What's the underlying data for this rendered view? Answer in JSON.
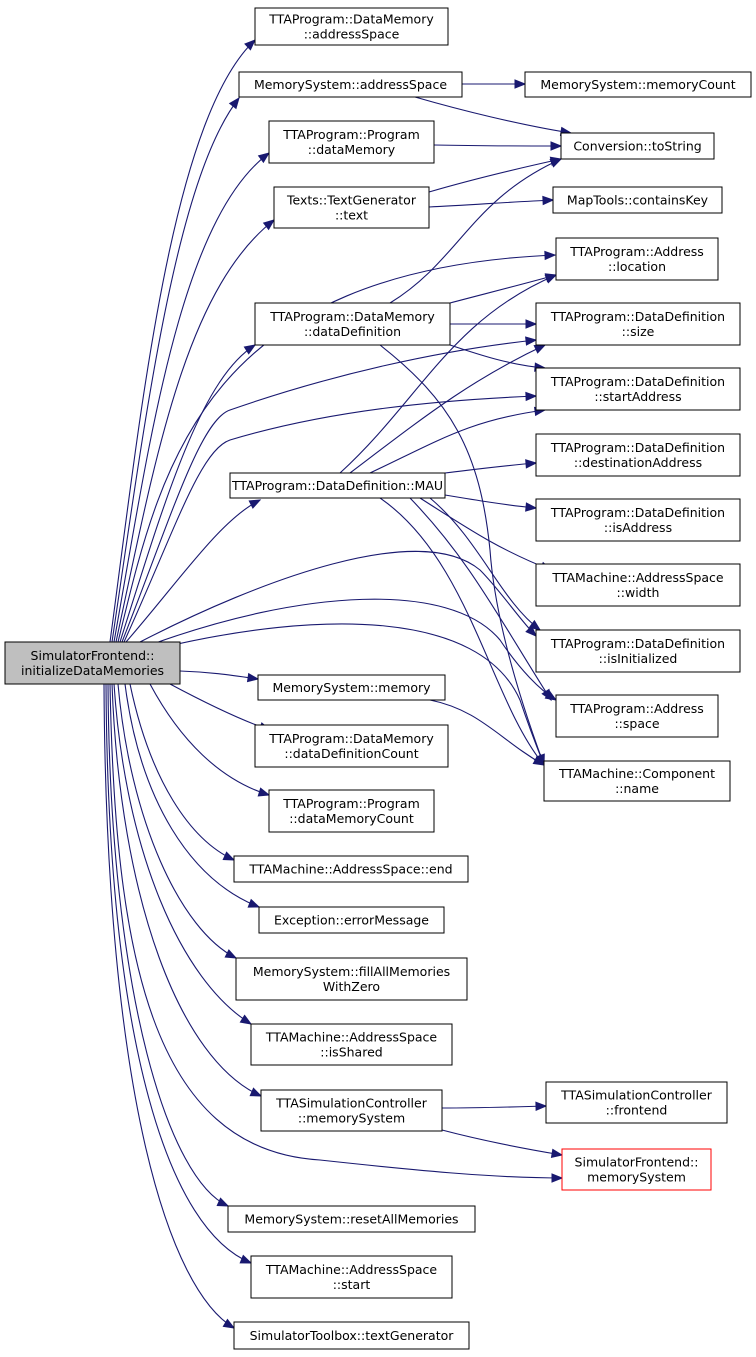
{
  "graph": {
    "edge_color": "#191970",
    "root_fill": "#bfbfbf",
    "highlight_border": "#ff0000",
    "nodes": [
      {
        "id": "root",
        "lines": [
          "SimulatorFrontend::",
          "initializeDataMemories"
        ]
      },
      {
        "id": "dm_addressSpace",
        "lines": [
          "TTAProgram::DataMemory",
          "::addressSpace"
        ]
      },
      {
        "id": "ms_addressSpace",
        "lines": [
          "MemorySystem::addressSpace"
        ]
      },
      {
        "id": "ms_memoryCount",
        "lines": [
          "MemorySystem::memoryCount"
        ]
      },
      {
        "id": "prog_dataMemory",
        "lines": [
          "TTAProgram::Program",
          "::dataMemory"
        ]
      },
      {
        "id": "conv_toString",
        "lines": [
          "Conversion::toString"
        ]
      },
      {
        "id": "texts_text",
        "lines": [
          "Texts::TextGenerator",
          "::text"
        ]
      },
      {
        "id": "map_containsKey",
        "lines": [
          "MapTools::containsKey"
        ]
      },
      {
        "id": "addr_location",
        "lines": [
          "TTAProgram::Address",
          "::location"
        ]
      },
      {
        "id": "dm_dataDefinition",
        "lines": [
          "TTAProgram::DataMemory",
          "::dataDefinition"
        ]
      },
      {
        "id": "dd_size",
        "lines": [
          "TTAProgram::DataDefinition",
          "::size"
        ]
      },
      {
        "id": "dd_startAddress",
        "lines": [
          "TTAProgram::DataDefinition",
          "::startAddress"
        ]
      },
      {
        "id": "dd_destinationAddress",
        "lines": [
          "TTAProgram::DataDefinition",
          "::destinationAddress"
        ]
      },
      {
        "id": "dd_MAU",
        "lines": [
          "TTAProgram::DataDefinition::MAU"
        ]
      },
      {
        "id": "dd_isAddress",
        "lines": [
          "TTAProgram::DataDefinition",
          "::isAddress"
        ]
      },
      {
        "id": "as_width",
        "lines": [
          "TTAMachine::AddressSpace",
          "::width"
        ]
      },
      {
        "id": "dd_isInitialized",
        "lines": [
          "TTAProgram::DataDefinition",
          "::isInitialized"
        ]
      },
      {
        "id": "ms_memory",
        "lines": [
          "MemorySystem::memory"
        ]
      },
      {
        "id": "addr_space",
        "lines": [
          "TTAProgram::Address",
          "::space"
        ]
      },
      {
        "id": "dm_dataDefinitionCount",
        "lines": [
          "TTAProgram::DataMemory",
          "::dataDefinitionCount"
        ]
      },
      {
        "id": "comp_name",
        "lines": [
          "TTAMachine::Component",
          "::name"
        ]
      },
      {
        "id": "prog_dataMemoryCount",
        "lines": [
          "TTAProgram::Program",
          "::dataMemoryCount"
        ]
      },
      {
        "id": "as_end",
        "lines": [
          "TTAMachine::AddressSpace::end"
        ]
      },
      {
        "id": "exc_errorMessage",
        "lines": [
          "Exception::errorMessage"
        ]
      },
      {
        "id": "ms_fillAll",
        "lines": [
          "MemorySystem::fillAllMemories",
          "WithZero"
        ]
      },
      {
        "id": "as_isShared",
        "lines": [
          "TTAMachine::AddressSpace",
          "::isShared"
        ]
      },
      {
        "id": "tsc_memorySystem",
        "lines": [
          "TTASimulationController",
          "::memorySystem"
        ]
      },
      {
        "id": "tsc_frontend",
        "lines": [
          "TTASimulationController",
          "::frontend"
        ]
      },
      {
        "id": "sf_memorySystem",
        "lines": [
          "SimulatorFrontend::",
          "memorySystem"
        ]
      },
      {
        "id": "ms_resetAll",
        "lines": [
          "MemorySystem::resetAllMemories"
        ]
      },
      {
        "id": "as_start",
        "lines": [
          "TTAMachine::AddressSpace",
          "::start"
        ]
      },
      {
        "id": "st_textGenerator",
        "lines": [
          "SimulatorToolbox::textGenerator"
        ]
      }
    ]
  }
}
